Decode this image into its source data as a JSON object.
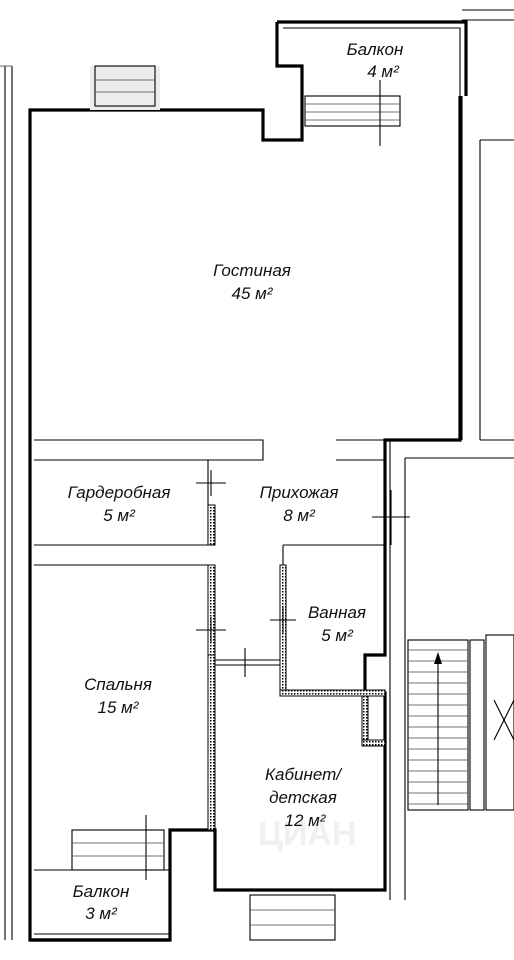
{
  "rooms": [
    {
      "id": "balcony-top",
      "name": "Балкон",
      "area": "4 м²"
    },
    {
      "id": "living-room",
      "name": "Гостиная",
      "area": "45 м²"
    },
    {
      "id": "wardrobe",
      "name": "Гардеробная",
      "area": "5 м²"
    },
    {
      "id": "hallway",
      "name": "Прихожая",
      "area": "8 м²"
    },
    {
      "id": "bathroom",
      "name": "Ванная",
      "area": "5 м²"
    },
    {
      "id": "bedroom",
      "name": "Спальня",
      "area": "15 м²"
    },
    {
      "id": "study",
      "name": "Кабинет/",
      "name2": "детская",
      "area": "12 м²"
    },
    {
      "id": "balcony-bottom",
      "name": "Балкон",
      "area": "3 м²"
    }
  ],
  "watermark": "ЦИАН"
}
